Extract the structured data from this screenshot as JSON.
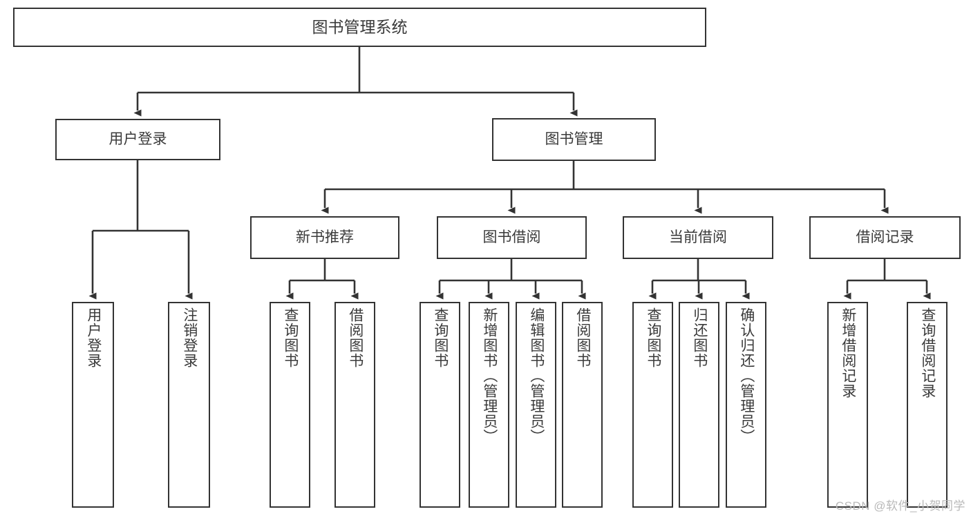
{
  "diagram": {
    "title": "图书管理系统",
    "type": "tree-hierarchy-chart",
    "colors": {
      "box_border": "#333333",
      "box_fill": "#ffffff",
      "connector": "#333333",
      "text": "#3a3a3a",
      "watermark": "#b9b9b9",
      "background": "#ffffff"
    }
  },
  "nodes": {
    "root": {
      "label": "图书管理系统"
    },
    "level2": [
      {
        "id": "user-login",
        "label": "用户登录"
      },
      {
        "id": "book-manage",
        "label": "图书管理"
      }
    ],
    "level3": [
      {
        "id": "new-book-recommend",
        "label": "新书推荐"
      },
      {
        "id": "book-borrow",
        "label": "图书借阅"
      },
      {
        "id": "current-borrow",
        "label": "当前借阅"
      },
      {
        "id": "borrow-record",
        "label": "借阅记录"
      }
    ],
    "leaves": {
      "user_login": [
        {
          "id": "leaf-user-login",
          "label": "用户登录"
        },
        {
          "id": "leaf-logout-login",
          "label": "注销登录"
        }
      ],
      "new_book_recommend": [
        {
          "id": "leaf-query-book-1",
          "label": "查询图书"
        },
        {
          "id": "leaf-borrow-book-1",
          "label": "借阅图书"
        }
      ],
      "book_borrow": [
        {
          "id": "leaf-query-book-2",
          "label": "查询图书"
        },
        {
          "id": "leaf-add-book",
          "label": "新增图书（管理员）"
        },
        {
          "id": "leaf-edit-book",
          "label": "编辑图书（管理员）"
        },
        {
          "id": "leaf-borrow-book-2",
          "label": "借阅图书"
        }
      ],
      "current_borrow": [
        {
          "id": "leaf-query-book-3",
          "label": "查询图书"
        },
        {
          "id": "leaf-return-book",
          "label": "归还图书"
        },
        {
          "id": "leaf-confirm-return",
          "label": "确认归还（管理员）"
        }
      ],
      "borrow_record": [
        {
          "id": "leaf-add-borrow-record",
          "label": "新增借阅记录"
        },
        {
          "id": "leaf-query-borrow-record",
          "label": "查询借阅记录"
        }
      ]
    }
  },
  "watermark": {
    "text": "CSDN @软件_小贺同学"
  }
}
